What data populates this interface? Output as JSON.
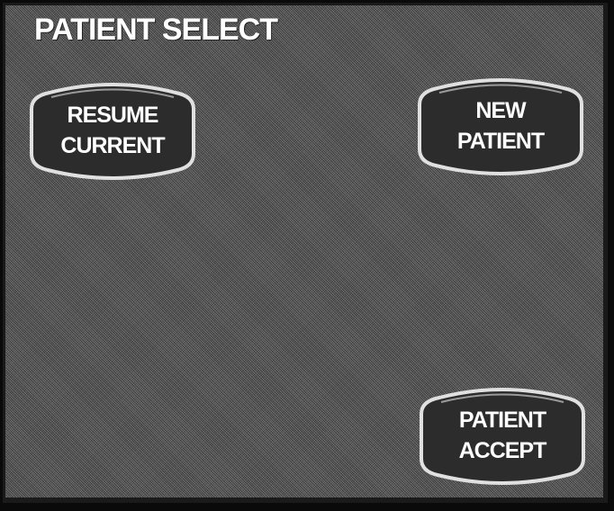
{
  "screen": {
    "title": "PATIENT SELECT"
  },
  "buttons": {
    "resume_current": {
      "line1": "RESUME",
      "line2": "CURRENT"
    },
    "new_patient": {
      "line1": "NEW",
      "line2": "PATIENT"
    },
    "patient_accept": {
      "line1": "PATIENT",
      "line2": "ACCEPT"
    }
  },
  "colors": {
    "button_fill": "#2e2e2e",
    "button_highlight": "#d8d8d8",
    "text": "#ffffff",
    "background": "#5e5e5e"
  }
}
